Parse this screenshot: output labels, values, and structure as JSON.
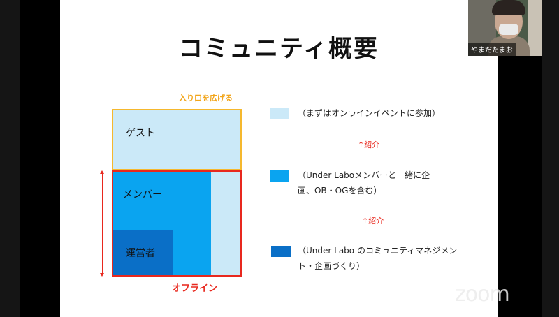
{
  "slide": {
    "title": "コミュニティ概要",
    "label_expand": "入り口を広げる",
    "label_offline": "オフライン",
    "boxes": {
      "guest": "ゲスト",
      "member": "メンバー",
      "staff": "運営者"
    },
    "legend": [
      {
        "text": "（まずはオンラインイベントに参加）",
        "color": "#cbe9f8"
      },
      {
        "text": "（Under Laboメンバーと一緒に企画、OB・OGを含む）",
        "color": "#0aa4f0"
      },
      {
        "text": "（Under Labo のコミュニティマネジメント・企画づくり）",
        "color": "#0a6fc7"
      }
    ],
    "intro_labels": [
      "↑紹介",
      "↑紹介"
    ],
    "colors": {
      "guest_border": "#f5b82e",
      "offline_border": "#e8281e",
      "accent_red": "#e8281e",
      "accent_orange": "#f2a51a"
    }
  },
  "video": {
    "participant_name": "やまだたまお"
  },
  "app": {
    "watermark": "zoom"
  }
}
